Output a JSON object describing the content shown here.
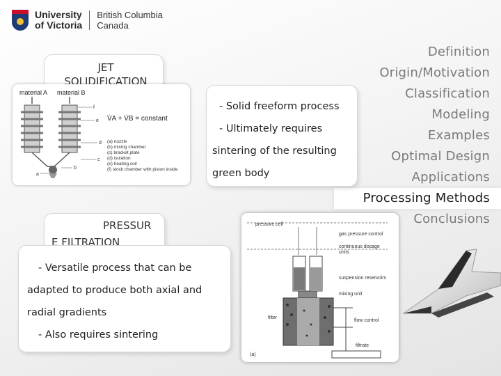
{
  "header": {
    "university_line1": "University",
    "university_line2": "of Victoria",
    "region_line1": "British Columbia",
    "region_line2": "Canada"
  },
  "nav": {
    "items": [
      {
        "label": "Definition"
      },
      {
        "label": "Origin/Motivation"
      },
      {
        "label": "Classification"
      },
      {
        "label": "Modeling"
      },
      {
        "label": "Examples"
      },
      {
        "label": "Optimal Design"
      },
      {
        "label": "Applications"
      },
      {
        "label": "Processing Methods"
      },
      {
        "label": "Conclusions"
      }
    ],
    "active_index": 7
  },
  "jet": {
    "label": "JET\nSOLIDIFICATION",
    "bullets": [
      "- Solid freeform process",
      "- Ultimately requires",
      "sintering of the resulting",
      "green body"
    ]
  },
  "pressure": {
    "label_line1": "PRESSUR",
    "label_line2": "E FILTRATION",
    "bullets": [
      "- Versatile process that can be",
      "adapted to produce both axial and",
      "radial gradients",
      "- Also requires sintering"
    ]
  },
  "figure1": {
    "material_a": "material A",
    "material_b": "material B",
    "equation": "V̇A + V̇B = constant",
    "letters": [
      "f",
      "e",
      "d",
      "c",
      "b",
      "a"
    ],
    "legend": [
      "(a) nozzle",
      "(b) mixing chamber",
      "(c) bracket plate",
      "(d) isolation",
      "(e) heating coil",
      "(f) stock chamber with piston inside"
    ]
  },
  "figure2": {
    "labels": {
      "pressure_cell": "pressure cell",
      "gas_pressure": "gas pressure control",
      "dosage": "continuous dosage",
      "units": "units",
      "reservoirs": "suspension reservoirs",
      "mixing": "mixing unit",
      "filter": "filter",
      "flow": "flow control",
      "filtrate": "filtrate",
      "panel": "(a)"
    }
  }
}
